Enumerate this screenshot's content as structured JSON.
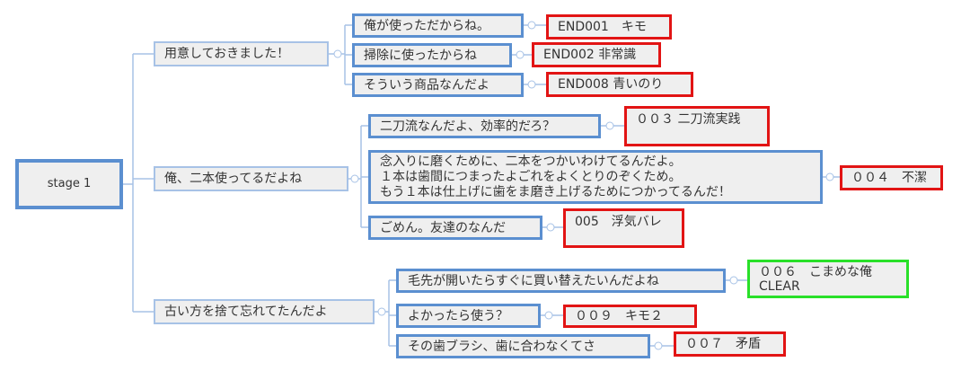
{
  "root": "stage 1",
  "branches": [
    {
      "label": "用意しておきました！",
      "children": [
        {
          "label": "俺が使っただからね。",
          "result": "END001　キモ",
          "result_status": "bad"
        },
        {
          "label": "掃除に使ったからね",
          "result": "END002 非常識",
          "result_status": "bad"
        },
        {
          "label": "そういう商品なんだよ",
          "result": "END008 青いのり",
          "result_status": "bad"
        }
      ]
    },
    {
      "label": "俺、二本使ってるだよね",
      "children": [
        {
          "label": "二刀流なんだよ、効率的だろ？",
          "result": "００３ 二刀流実践",
          "result_status": "bad"
        },
        {
          "label": "念入りに磨くために、二本をつかいわけてるんだよ。\n１本は歯間につまったよごれをよくとりのぞくため。\nもう１本は仕上げに歯をま磨き上げるためにつかってるんだ！",
          "result": "００４　不潔",
          "result_status": "bad"
        },
        {
          "label": "ごめん。友達のなんだ",
          "result": "005　浮気バレ",
          "result_status": "bad"
        }
      ]
    },
    {
      "label": "古い方を捨て忘れてたんだよ",
      "children": [
        {
          "label": "毛先が開いたらすぐに買い替えたいんだよね",
          "result": "００６　こまめな俺\nCLEAR",
          "result_status": "clear"
        },
        {
          "label": "よかったら使う？",
          "result": "００９　キモ２",
          "result_status": "bad"
        },
        {
          "label": "その歯ブラシ、歯に合わなくてさ",
          "result": "００７　矛盾",
          "result_status": "bad"
        }
      ]
    }
  ],
  "colors": {
    "topic": "#5b8fd0",
    "bad": "#e21414",
    "clear": "#29e029"
  }
}
